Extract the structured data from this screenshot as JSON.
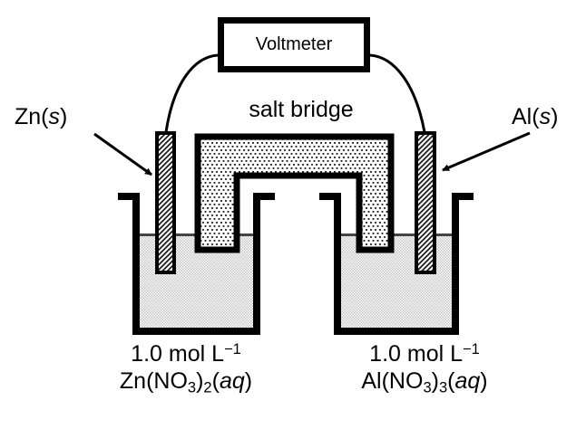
{
  "voltmeter": {
    "label": "Voltmeter"
  },
  "salt_bridge": {
    "label": "salt bridge"
  },
  "electrodes": {
    "left": {
      "label": [
        {
          "t": "Zn("
        },
        {
          "t": "s",
          "i": true
        },
        {
          "t": ")"
        }
      ]
    },
    "right": {
      "label": [
        {
          "t": "Al("
        },
        {
          "t": "s",
          "i": true
        },
        {
          "t": ")"
        }
      ]
    }
  },
  "solutions": {
    "left": {
      "concentration": [
        {
          "t": "1.0 mol L"
        },
        {
          "t": "−1",
          "sup": true
        }
      ],
      "formula": [
        {
          "t": "Zn(NO"
        },
        {
          "t": "3",
          "sub": true
        },
        {
          "t": ")"
        },
        {
          "t": "2",
          "sub": true
        },
        {
          "t": "("
        },
        {
          "t": "aq",
          "i": true
        },
        {
          "t": ")"
        }
      ]
    },
    "right": {
      "concentration": [
        {
          "t": "1.0 mol L"
        },
        {
          "t": "−1",
          "sup": true
        }
      ],
      "formula": [
        {
          "t": "Al(NO"
        },
        {
          "t": "3",
          "sub": true
        },
        {
          "t": ")"
        },
        {
          "t": "3",
          "sub": true
        },
        {
          "t": "("
        },
        {
          "t": "aq",
          "i": true
        },
        {
          "t": ")"
        }
      ]
    }
  },
  "colors": {
    "ink": "#000000",
    "solution_checker": "#c4c4c4",
    "surface_line": "#444444"
  }
}
